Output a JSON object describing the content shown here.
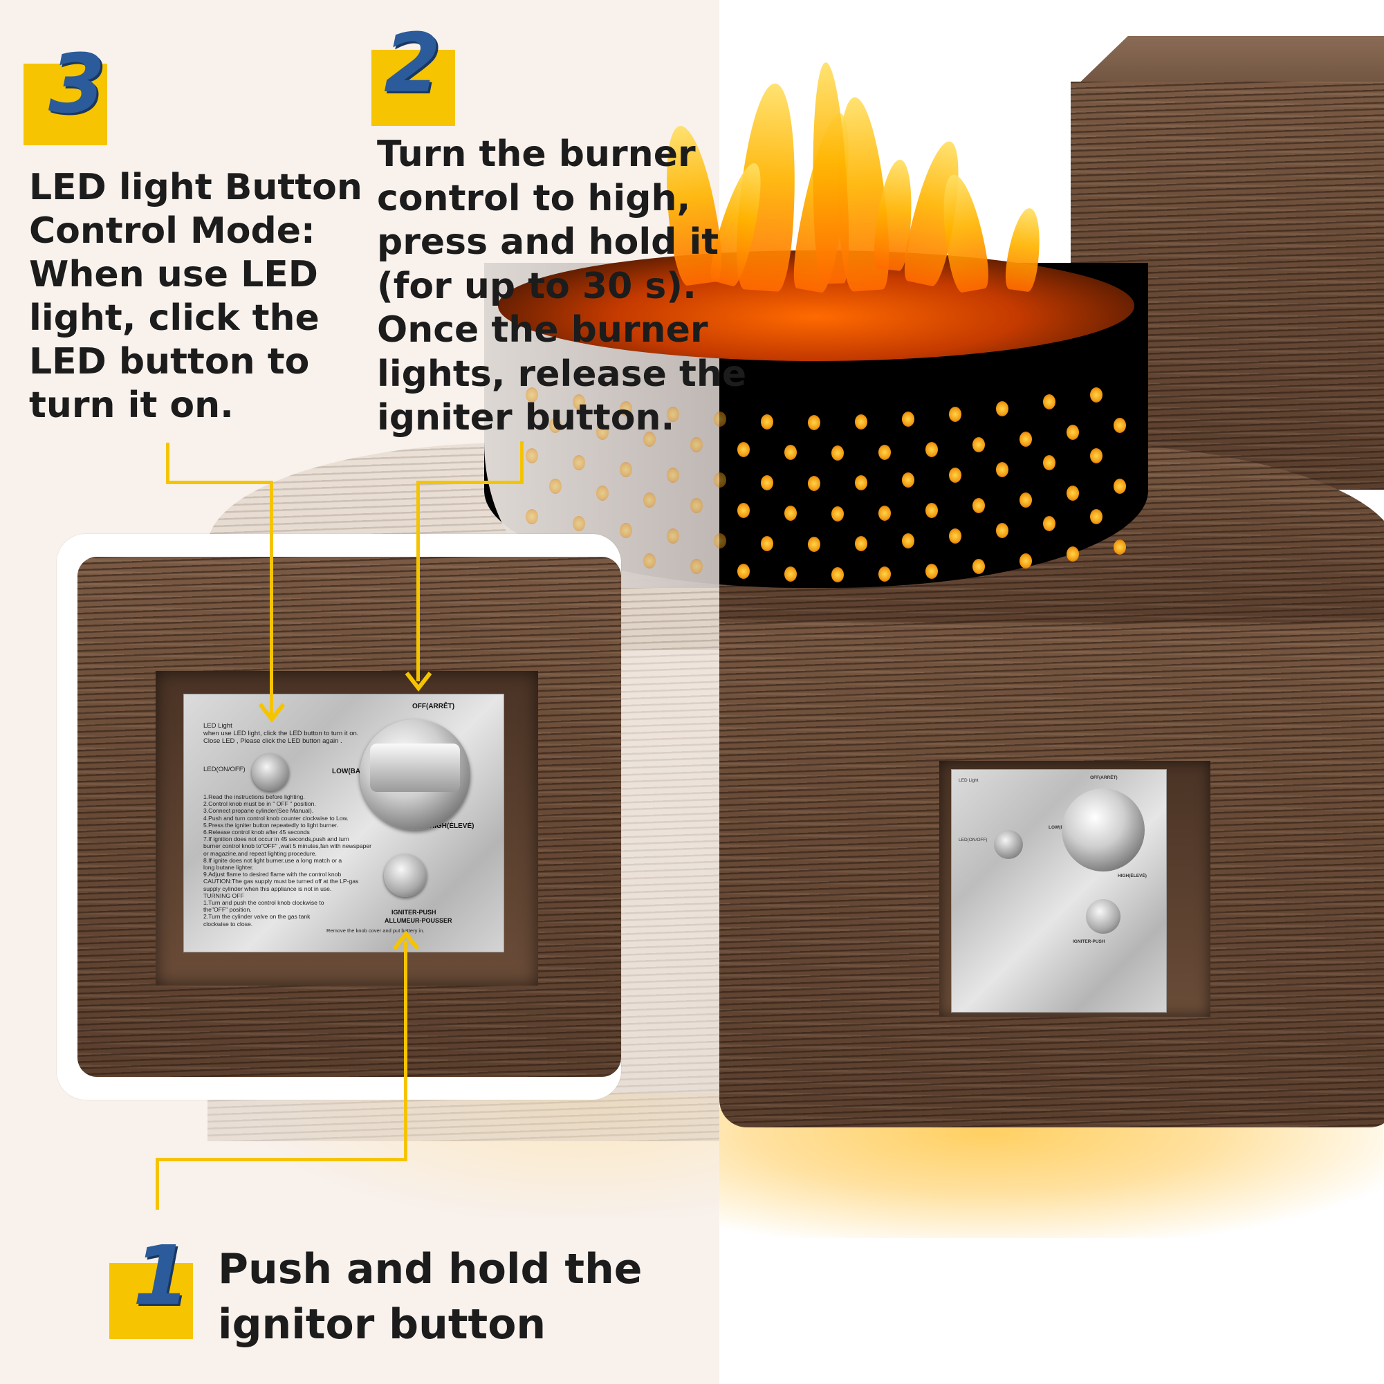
{
  "steps": {
    "step3": {
      "number": "3",
      "lines": [
        "LED light Button",
        "Control Mode:",
        "When use LED",
        "light, click the",
        "LED button to",
        "turn it on."
      ]
    },
    "step2": {
      "number": "2",
      "lines": [
        "Turn the burner",
        "control to high,",
        "press and hold it",
        "(for up to 30 s).",
        "Once the burner",
        "lights, release the",
        "igniter button."
      ]
    },
    "step1": {
      "number": "1",
      "lines": [
        "Push and hold the",
        "ignitor button"
      ]
    }
  },
  "panel": {
    "led_title": "LED Light",
    "led_desc_1": "when use LED light, click the LED button to turn it on.",
    "led_desc_2": "Close LED , Please click the LED button again .",
    "led_label": "LED(ON/OFF)",
    "off_label": "OFF(ARRÊT)",
    "low_label": "LOW(BAS)",
    "high_label": "HIGH(ÉLEVÉ)",
    "igniter_label": "IGNITER-PUSH",
    "igniter_label_fr": "ALLUMEUR-POUSSER",
    "battery_note": "Remove the knob cover and put battery in.",
    "instructions": [
      "1.Read the instructions before lighting.",
      "2.Control knob must be in \" OFF \" position.",
      "3.Connect propane cylinder(See Manual).",
      "4.Push and turn control knob counter clockwise to Low.",
      "5.Press the igniter button repeatedly to light burner.",
      "6.Release control knob after 45 seconds",
      "7.If ignition does not occur in 45 seconds,push and turn",
      "burner control knob to\"OFF\" ,wait 5 minutes,fan with newspaper",
      "or magazine,and repeat lighting procedure.",
      "8.If ignite does not light burner,use a long match or a",
      "long butane lighter.",
      "9.Adjust flame to desired flame with the control knob",
      "CAUTION:The gas supply must be turned off at the LP-gas",
      "supply cylinder when this appliance is not in use.",
      "TURNING OFF",
      "1.Turn and push the control knob clockwise to",
      "the\"OFF\" position.",
      "2.Turn the cylinder valve on the gas tank",
      "clockwise to close."
    ]
  },
  "colors": {
    "accent_yellow": "#f6c400",
    "number_blue": "#2b5b9a",
    "text_dark": "#1c1c1c"
  }
}
